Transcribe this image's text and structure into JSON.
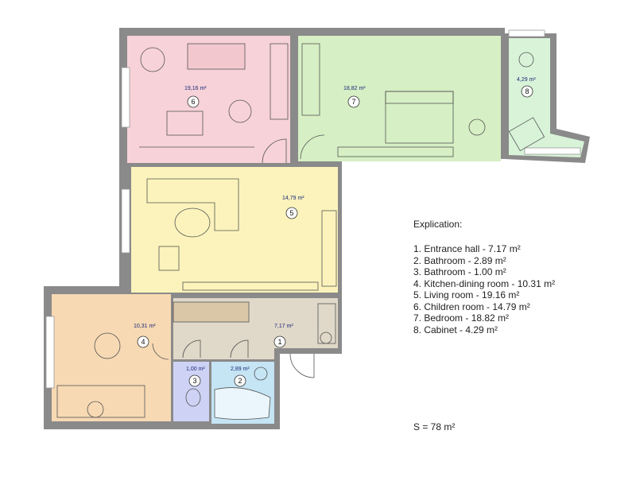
{
  "rooms": [
    {
      "id": "r1",
      "number": "1",
      "area": "7,17 m²",
      "color": "#e0d8c8"
    },
    {
      "id": "r2",
      "number": "2",
      "area": "2,89 m²",
      "color": "#c5e4f4"
    },
    {
      "id": "r3",
      "number": "3",
      "area": "1,00 m²",
      "color": "#ced3f5"
    },
    {
      "id": "r4",
      "number": "4",
      "area": "10,31 m²",
      "color": "#f7d9b3"
    },
    {
      "id": "r5",
      "number": "5",
      "area": "19,16 m²",
      "color": "#fbf3bb"
    },
    {
      "id": "r6",
      "number": "6",
      "area": "14,79 m²",
      "color": "#f7d2d8"
    },
    {
      "id": "r7",
      "number": "7",
      "area": "18,82 m²",
      "color": "#d6efc4"
    },
    {
      "id": "r8",
      "number": "8",
      "area": "4,29 m²",
      "color": "#d8f3d8"
    }
  ],
  "explication": {
    "title": "Explication:",
    "items": [
      "1. Entrance hall - 7.17 m²",
      "2. Bathroom - 2.89 m²",
      "3. Bathroom - 1.00 m²",
      "4. Kitchen-dining room - 10.31 m²",
      "5. Living room - 19.16 m²",
      "6. Children room - 14.79 m²",
      "7. Bedroom - 18.82 m²",
      "8. Cabinet - 4.29 m²"
    ]
  },
  "total": "S = 78 m²",
  "colors": {
    "wall": "#8a8a8a",
    "wall_dark": "#6e6e6e",
    "furniture": "#555555"
  }
}
